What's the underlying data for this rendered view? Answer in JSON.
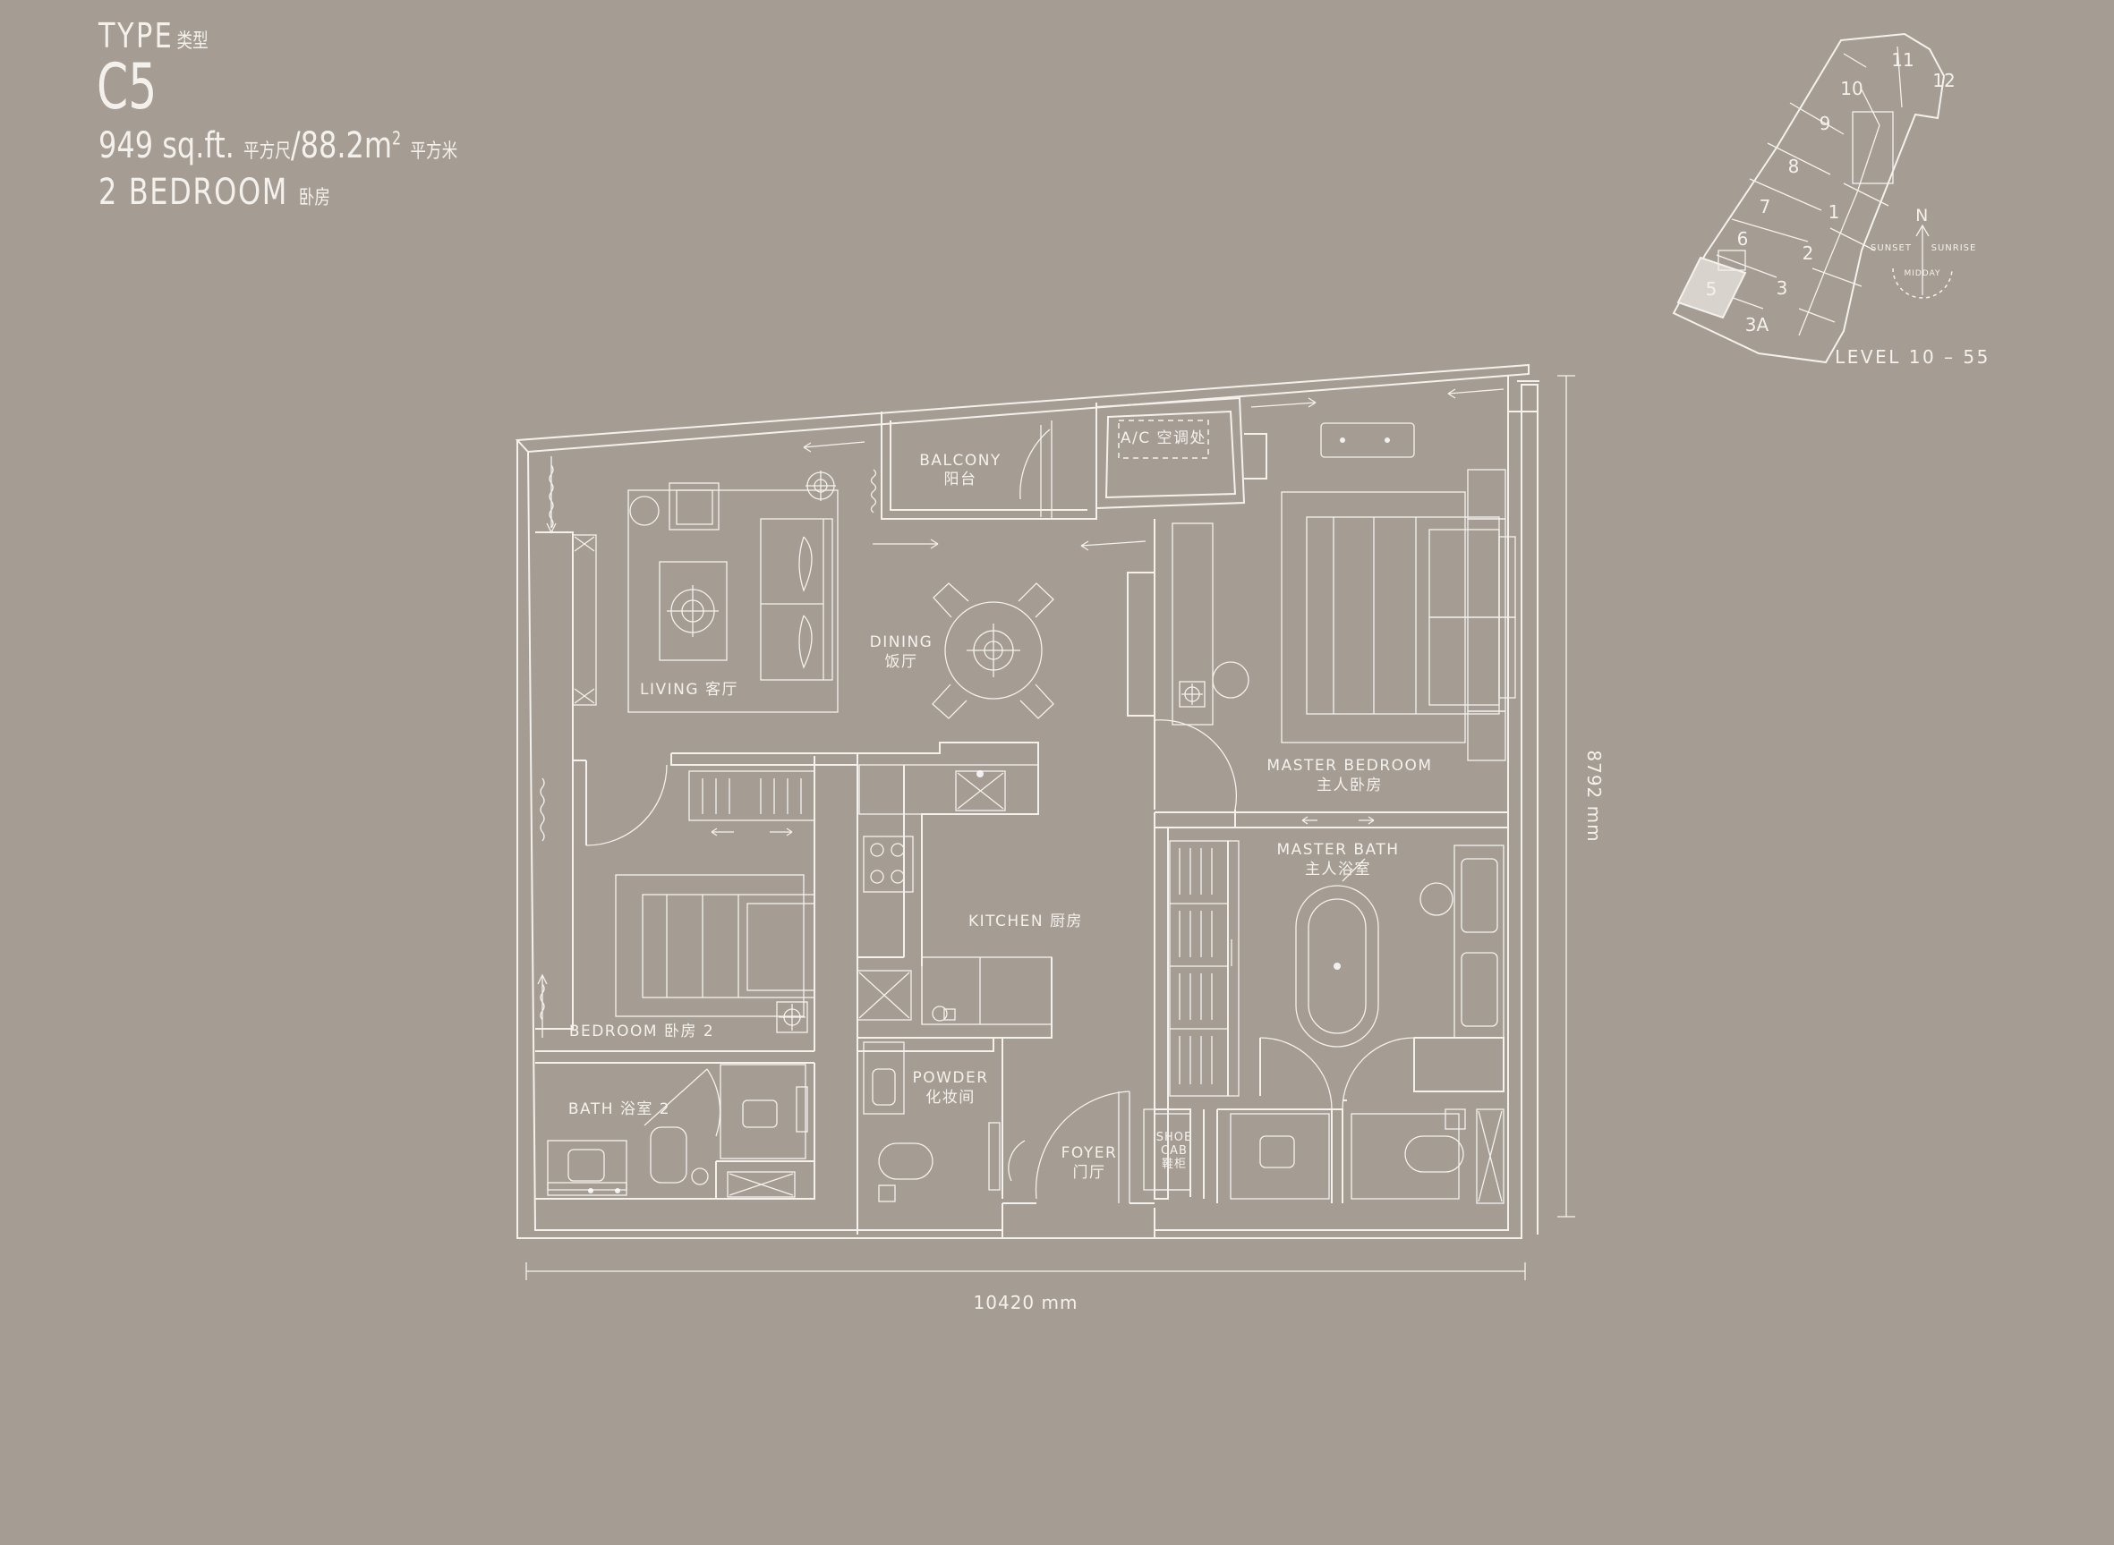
{
  "header": {
    "type_label": "TYPE",
    "type_label_zh": "类型",
    "unit_code": "C5",
    "area_sqft": "949 sq.ft.",
    "area_sqft_zh": "平方尺",
    "area_separator": "/",
    "area_sqm": "88.2m",
    "area_sqm_sup": "2",
    "area_sqm_zh": "平方米",
    "bedrooms": "2 BEDROOM",
    "bedrooms_zh": "卧房"
  },
  "keyplan": {
    "units": [
      "11",
      "12",
      "10",
      "9",
      "8",
      "7",
      "1",
      "6",
      "2",
      "5",
      "3",
      "3A"
    ],
    "highlighted_unit": "5",
    "compass": {
      "north": "N",
      "sunset": "SUNSET",
      "sunrise": "SUNRISE",
      "midday": "MIDDAY"
    },
    "level": "LEVEL 10 – 55"
  },
  "rooms": {
    "balcony": {
      "en": "BALCONY",
      "zh": "阳台"
    },
    "ac": {
      "en": "A/C 空调处"
    },
    "living": {
      "en": "LIVING 客厅"
    },
    "dining": {
      "en": "DINING",
      "zh": "饭厅"
    },
    "master_bedroom": {
      "en": "MASTER BEDROOM",
      "zh": "主人卧房"
    },
    "master_bath": {
      "en": "MASTER BATH",
      "zh": "主人浴室"
    },
    "kitchen": {
      "en": "KITCHEN 厨房"
    },
    "bedroom2": {
      "en": "BEDROOM 卧房 2"
    },
    "bath2": {
      "en": "BATH 浴室 2"
    },
    "powder": {
      "en": "POWDER",
      "zh": "化妆间"
    },
    "foyer": {
      "en": "FOYER",
      "zh": "门厅"
    },
    "shoe_cab": {
      "en1": "SHOE",
      "en2": "CAB",
      "zh": "鞋柜"
    }
  },
  "dimensions": {
    "width": "10420 mm",
    "height": "8792 mm"
  }
}
